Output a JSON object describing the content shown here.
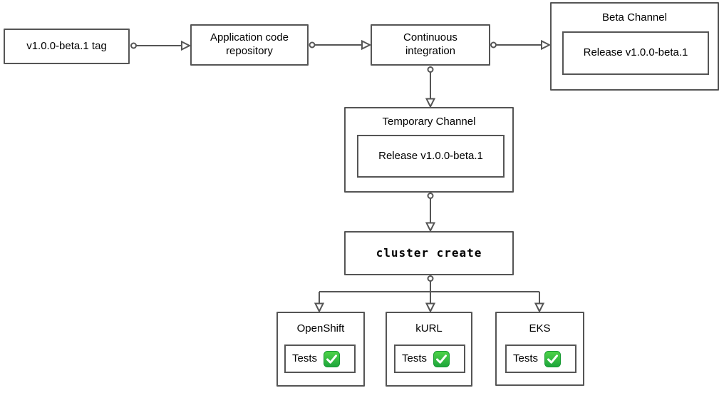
{
  "diagram": {
    "type": "flowchart",
    "nodes": {
      "tag": {
        "label": "v1.0.0-beta.1 tag"
      },
      "repo": {
        "label": "Application code repository"
      },
      "ci": {
        "label": "Continuous integration"
      },
      "beta_channel": {
        "label": "Beta Channel",
        "release_label": "Release v1.0.0-beta.1"
      },
      "temporary_channel": {
        "label": "Temporary Channel",
        "release_label": "Release v1.0.0-beta.1"
      },
      "cluster_create": {
        "label": "cluster create"
      },
      "openshift": {
        "label": "OpenShift",
        "tests_label": "Tests",
        "status_icon": "check-mark-green"
      },
      "kurl": {
        "label": "kURL",
        "tests_label": "Tests",
        "status_icon": "check-mark-green"
      },
      "eks": {
        "label": "EKS",
        "tests_label": "Tests",
        "status_icon": "check-mark-green"
      }
    },
    "edges": [
      "tag -> repo",
      "repo -> ci",
      "ci -> beta_channel",
      "ci -> temporary_channel",
      "temporary_channel -> cluster_create",
      "cluster_create -> openshift",
      "cluster_create -> kurl",
      "cluster_create -> eks"
    ],
    "colors": {
      "stroke": "#555555",
      "text": "#000000",
      "background": "#ffffff",
      "check_green_top": "#4fd348",
      "check_green_bottom": "#1da53c"
    }
  }
}
